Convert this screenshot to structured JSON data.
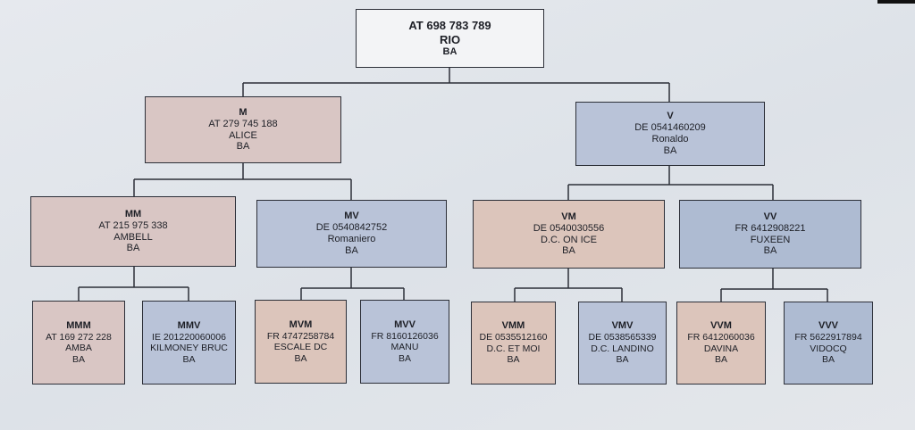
{
  "nodes": [
    {
      "id": "root",
      "title": "AT 698 783 789",
      "number": "RIO",
      "name": "",
      "breed": "BA"
    },
    {
      "id": "m",
      "title": "M",
      "number": "AT 279 745 188",
      "name": "ALICE",
      "breed": "BA"
    },
    {
      "id": "v",
      "title": "V",
      "number": "DE 0541460209",
      "name": "Ronaldo",
      "breed": "BA"
    },
    {
      "id": "mm",
      "title": "MM",
      "number": "AT 215 975 338",
      "name": "AMBELL",
      "breed": "BA"
    },
    {
      "id": "mv",
      "title": "MV",
      "number": "DE 0540842752",
      "name": "Romaniero",
      "breed": "BA"
    },
    {
      "id": "vm",
      "title": "VM",
      "number": "DE 0540030556",
      "name": "D.C. ON ICE",
      "breed": "BA"
    },
    {
      "id": "vv",
      "title": "VV",
      "number": "FR 6412908221",
      "name": "FUXEEN",
      "breed": "BA"
    },
    {
      "id": "mmm",
      "title": "MMM",
      "number": "AT 169 272 228",
      "name": "AMBA",
      "breed": "BA"
    },
    {
      "id": "mmv",
      "title": "MMV",
      "number": "IE 201220060006",
      "name": "KILMONEY BRUC",
      "breed": "BA"
    },
    {
      "id": "mvm",
      "title": "MVM",
      "number": "FR 4747258784",
      "name": "ESCALE DC",
      "breed": "BA"
    },
    {
      "id": "mvv",
      "title": "MVV",
      "number": "FR 8160126036",
      "name": "MANU",
      "breed": "BA"
    },
    {
      "id": "vmm",
      "title": "VMM",
      "number": "DE 0535512160",
      "name": "D.C. ET MOI",
      "breed": "BA"
    },
    {
      "id": "vmv",
      "title": "VMV",
      "number": "DE 0538565339",
      "name": "D.C. LANDINO",
      "breed": "BA"
    },
    {
      "id": "vvm",
      "title": "VVM",
      "number": "FR 6412060036",
      "name": "DAVINA",
      "breed": "BA"
    },
    {
      "id": "vvv",
      "title": "VVV",
      "number": "FR 5622917894",
      "name": "VIDOCQ",
      "breed": "BA"
    }
  ]
}
